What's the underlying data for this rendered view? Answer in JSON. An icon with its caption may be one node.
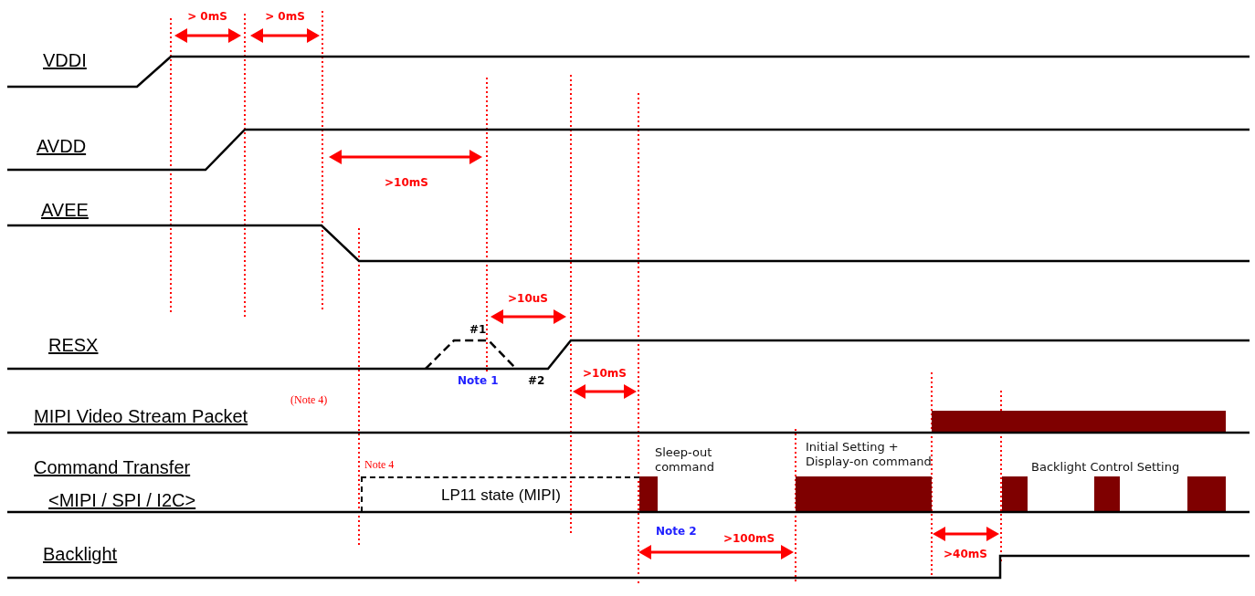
{
  "diagram": {
    "nodes": [
      {
        "text": [],
        "shape": "bar"
      },
      {
        "text": [
          "LP11 state (MIPI)"
        ]
      },
      {
        "text": [],
        "shape": "bar"
      },
      {
        "text": [],
        "shape": "bar"
      },
      {
        "text": [],
        "shape": "bar"
      },
      {
        "text": [],
        "shape": "bar"
      },
      {
        "text": [],
        "shape": "bar"
      }
    ],
    "labels": [
      "> 0mS",
      "> 0mS",
      "VDDI",
      "AVDD",
      ">10mS",
      "AVEE",
      ">10uS",
      "#1",
      "RESX",
      "Note 1",
      "#2",
      ">10mS",
      "(Note 4)",
      "MIPI Video Stream Packet",
      "Sleep-out command",
      "Initial Setting + Display-on command",
      "Command Transfer",
      "Note 4",
      "Backlight Control Setting",
      "<MIPI / SPI / I2C>",
      "Note 2",
      ">100mS",
      ">40mS",
      "Backlight"
    ]
  }
}
